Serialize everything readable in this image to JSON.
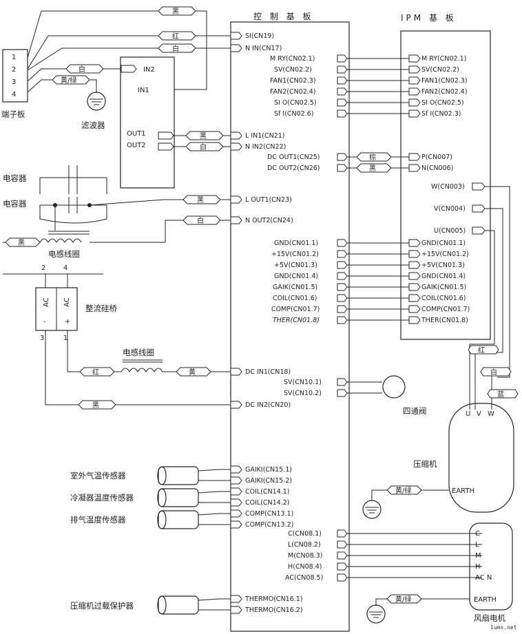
{
  "titles": {
    "control_board": "控 制 基 板",
    "ipm_board": "IPM  基 板",
    "terminal_board": "端子板",
    "filter": "滤波器",
    "capacitor_1": "电容器",
    "capacitor_2": "电容器",
    "inductor_1": "电感线圈",
    "inductor_2": "电感线圈",
    "rectifier": "整流硅桥",
    "four_way_valve": "四通阀",
    "compressor": "压缩机",
    "fan_motor": "风扇电机",
    "watermark": "1ums.net"
  },
  "terminal_numbers": [
    "1",
    "2",
    "3",
    "4"
  ],
  "filter_pins": {
    "in2": "IN2",
    "in1": "IN1",
    "out1": "OUT1",
    "out2": "OUT2"
  },
  "rectifier": {
    "pin2": "2",
    "pin4": "4",
    "pin3": "3",
    "pin1": "1",
    "ac1": "AC",
    "ac2": "AC",
    "minus": "-",
    "plus": "+"
  },
  "wire_colors": {
    "black": "黑",
    "red": "红",
    "white": "白",
    "yellow_green": "黄/绿",
    "brown": "棕",
    "yellow": "黄",
    "blue": "蓝"
  },
  "control_left_connectors": [
    "SI(CN19)",
    "N IN(CN17)",
    "L IN1(CN21)",
    "N IN2(CN22)",
    "L OUT1(CN23)",
    "N OUT2(CN24)",
    "DC IN1(CN18)",
    "DC IN2(CN20)",
    "GAIKI(CN15.1)",
    "GAIKI(CN15.2)",
    "COIL(CN14.1)",
    "COIL(CN14.2)",
    "COMP(CN13.1)",
    "COMP(CN13.2)",
    "THERMO(CN16.1)",
    "THERMO(CN16.2)"
  ],
  "control_right_connectors": [
    "M RY(CN02.1)",
    "SV(CN02.2)",
    "FAN1(CN02.3)",
    "FAN2(CN02.4)",
    "SI O(CN02.5)",
    "Sf I(CN02.6)",
    "DC OUT1(CN25)",
    "DC OUT2(CN26)",
    "GND(CN01.1)",
    "+15V(CN01.2)",
    "+5V(CN01.3)",
    "GND(CN01.4)",
    "GAIK(CN01.5)",
    "COIL(CN01.6)",
    "COMP(CN01.7)",
    "THER(CN01.8)",
    "SV(CN10.1)",
    "SV(CN10.2)",
    "C(CN08.1)",
    "L(CN08.2)",
    "M(CN08.3)",
    "H(CN08.4)",
    "AC(CN08.5)"
  ],
  "ipm_connectors": [
    "M RY(CN02.1)",
    "SV(CN02.2)",
    "FAN1(CN02.3)",
    "FAN2(CN02.4)",
    "SI O(CN02.5)",
    "Sf I(CN02.3)",
    "P(CN007)",
    "N(CN006)",
    "W(CN003)",
    "V(CN004)",
    "U(CN005)",
    "GND(CN01.1)",
    "+15V(CN01.2)",
    "+5V(CN01.3)",
    "GND(CN01.4)",
    "GAIK(CN01.5)",
    "COIL(CN01.6)",
    "COMP(CN01.7)",
    "THER(CN01.8)"
  ],
  "sensors": [
    "室外气温传感器",
    "冷凝器温度传感器",
    "排气温度传感器",
    "压缩机过载保护器"
  ],
  "compressor_terms": {
    "u": "U",
    "v": "V",
    "w": "W",
    "earth": "EARTH"
  },
  "fan_terms": [
    "C",
    "L",
    "M",
    "H",
    "AC N",
    "EARTH"
  ]
}
